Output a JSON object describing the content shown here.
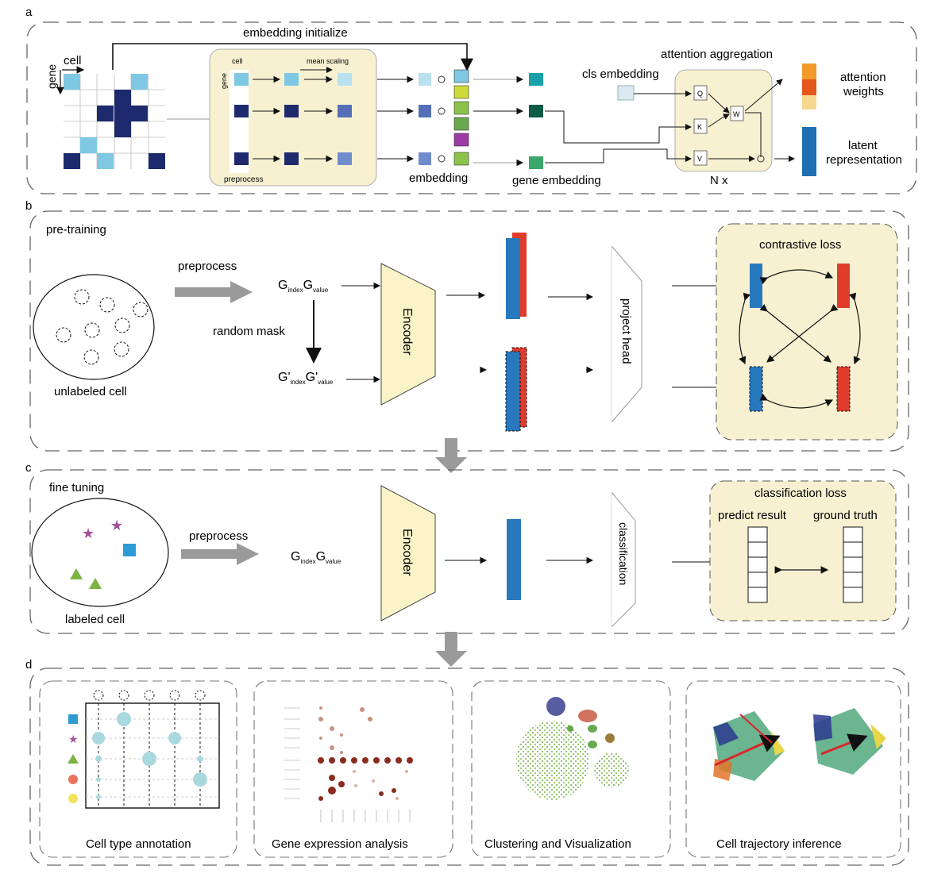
{
  "panels": {
    "a": {
      "letter": "a",
      "embedding_initialize": "embedding initialize",
      "cell": "cell",
      "gene": "gene",
      "mini_cell": "cell",
      "mini_gene": "gene",
      "mean_scaling": "mean scaling",
      "preprocess": "preprocess",
      "embedding": "embedding",
      "cls_embedding": "cls embedding",
      "gene_embedding": "gene embedding",
      "attention_aggregation": "attention aggregation",
      "q": "Q",
      "k": "K",
      "v": "V",
      "w": "W",
      "nx": "N x",
      "attention_weights_1": "attention",
      "attention_weights_2": "weights",
      "latent_1": "latent",
      "latent_2": "representation"
    },
    "b": {
      "letter": "b",
      "title": "pre-training",
      "preprocess": "preprocess",
      "random_mask": "random mask",
      "unlabeled_cell": "unlabeled cell",
      "g_index": "G",
      "g_index_sub": "index",
      "g_value": "G",
      "g_value_sub": "value",
      "g_index_masked": "G'",
      "g_index_masked_sub": "index",
      "g_value_masked": "G'",
      "g_value_masked_sub": "value",
      "encoder": "Encoder",
      "project_head": "project head",
      "contrastive_loss": "contrastive loss"
    },
    "c": {
      "letter": "c",
      "title": "fine tuning",
      "preprocess": "preprocess",
      "labeled_cell": "labeled cell",
      "g_index": "G",
      "g_index_sub": "index",
      "g_value": "G",
      "g_value_sub": "value",
      "encoder": "Encoder",
      "classification": "classification",
      "classification_loss": "classification loss",
      "predict_result": "predict result",
      "ground_truth": "ground truth"
    },
    "d": {
      "letter": "d",
      "apps": [
        {
          "label": "Cell type annotation"
        },
        {
          "label": "Gene expression analysis"
        },
        {
          "label": "Clustering and Visualization"
        },
        {
          "label": "Cell trajectory inference"
        }
      ]
    }
  },
  "colors": {
    "cream": "#f7f1d2",
    "encoder": "#fbf3c8",
    "blue": "#2878be",
    "red": "#e03c2c",
    "navy": "#1e2a6e",
    "light_blue": "#7ec8e3",
    "gray_arrow": "#9a9a9a",
    "green": "#8bc34a",
    "orange": "#f08a24"
  }
}
